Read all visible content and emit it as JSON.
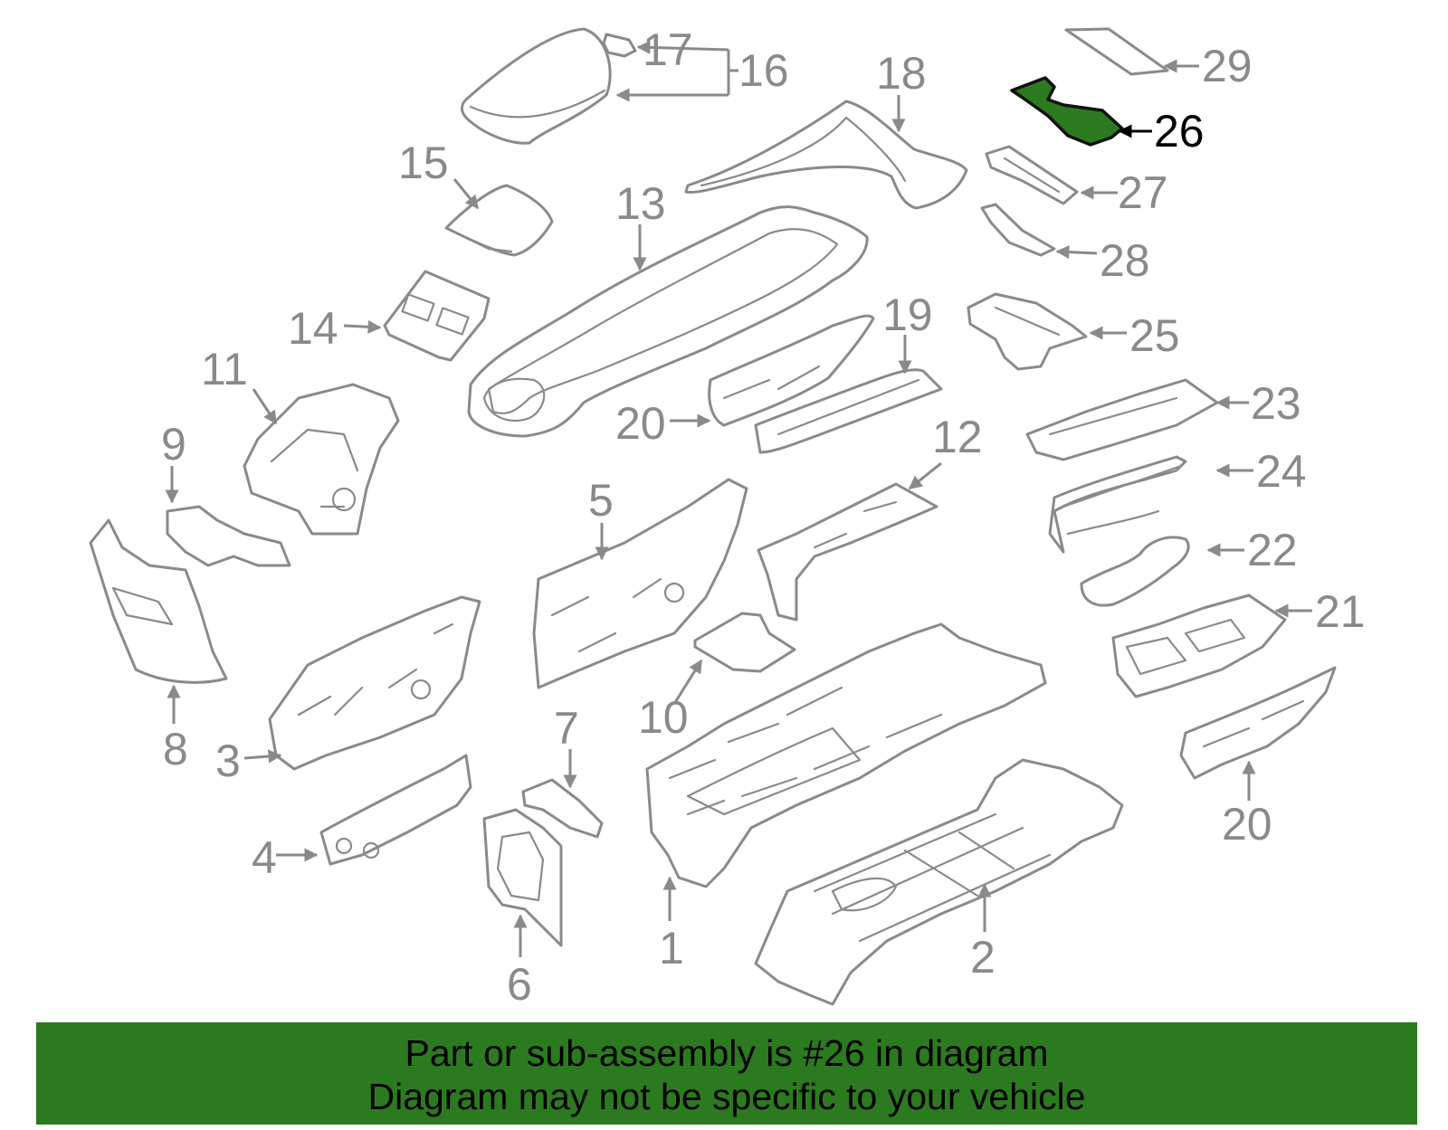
{
  "colors": {
    "banner": "#2c7a1f",
    "highlight": "#2c7a1f",
    "line": "#8a8a8a",
    "text_highlight": "#000000"
  },
  "highlighted_part": "26",
  "labels": {
    "p1": "1",
    "p2": "2",
    "p3": "3",
    "p4": "4",
    "p5": "5",
    "p6": "6",
    "p7": "7",
    "p8": "8",
    "p9": "9",
    "p10": "10",
    "p11": "11",
    "p12": "12",
    "p13": "13",
    "p14": "14",
    "p15": "15",
    "p16": "16",
    "p17": "17",
    "p18": "18",
    "p19": "19",
    "p20a": "20",
    "p20b": "20",
    "p21": "21",
    "p22": "22",
    "p23": "23",
    "p24": "24",
    "p25": "25",
    "p26": "26",
    "p27": "27",
    "p28": "28",
    "p29": "29"
  },
  "banner": {
    "line1": "Part or sub-assembly is #26 in diagram",
    "line2": "Diagram may not be specific to your vehicle"
  }
}
